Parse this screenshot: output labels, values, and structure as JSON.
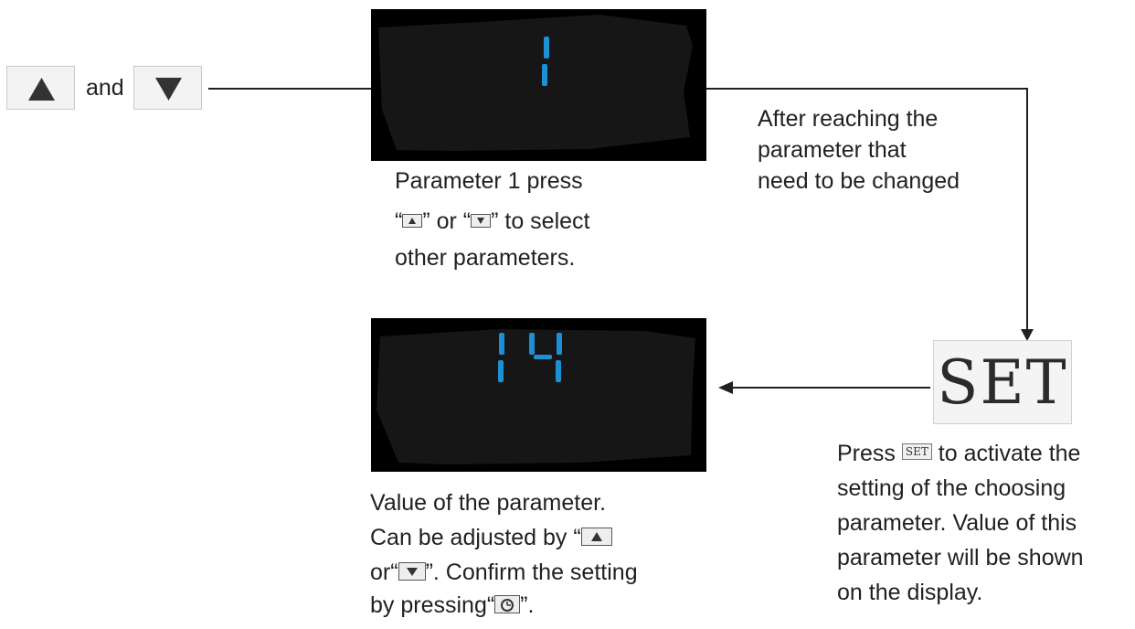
{
  "and_label": "and",
  "display_top": {
    "digits": "1"
  },
  "display_bottom": {
    "digits": "14"
  },
  "caption_top": {
    "line1": "Parameter 1 press",
    "line2_pre": "“",
    "line2_mid": "” or  “",
    "line2_post": "” to select",
    "line3": "other parameters."
  },
  "after_reaching": {
    "line1": "After reaching the",
    "line2": "parameter that",
    "line3": "need to be changed"
  },
  "set_key": {
    "label": "SET"
  },
  "caption_set": {
    "line1_pre": "Press ",
    "line1_key": "SET",
    "line1_post": " to activate the",
    "line2": "setting of the choosing",
    "line3": " parameter. Value of this",
    "line4": "parameter will be shown",
    "line5": " on the display."
  },
  "caption_value": {
    "line1": "Value of the parameter.",
    "line2_pre": "Can be adjusted by  “",
    "line3_pre": "or“",
    "line3_post": "”. Confirm the setting",
    "line4_pre": "by pressing“",
    "line4_post": "”."
  },
  "colors": {
    "display_bg": "#000000",
    "segment": "#1c8fd6",
    "line": "#231f20"
  }
}
